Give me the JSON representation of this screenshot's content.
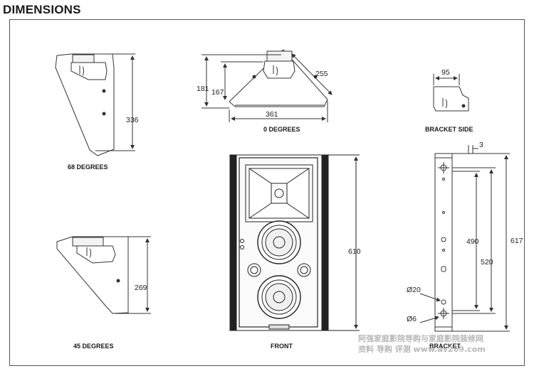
{
  "title": "DIMENSIONS",
  "views": {
    "deg68": {
      "caption": "68 DEGREES",
      "height": "336"
    },
    "deg0": {
      "caption": "0 DEGREES",
      "width": "361",
      "diagonal": "255",
      "height_outer": "181",
      "height_inner": "167"
    },
    "bracket_side": {
      "caption": "BRACKET SIDE",
      "width": "95"
    },
    "deg45": {
      "caption": "45 DEGREES",
      "height": "269"
    },
    "front": {
      "caption": "FRONT",
      "height": "610"
    },
    "bracket": {
      "caption": "BRACKET",
      "offset": "3",
      "span_inner": "490",
      "span_mid": "520",
      "span_outer": "617",
      "hole_large": "20",
      "hole_small": "6",
      "dia_symbol": "Ø"
    }
  },
  "watermark": {
    "line1": "阿强家庭影院导购与家庭影院装修网",
    "line2": "资料 导购 评测 www.av269.com"
  }
}
